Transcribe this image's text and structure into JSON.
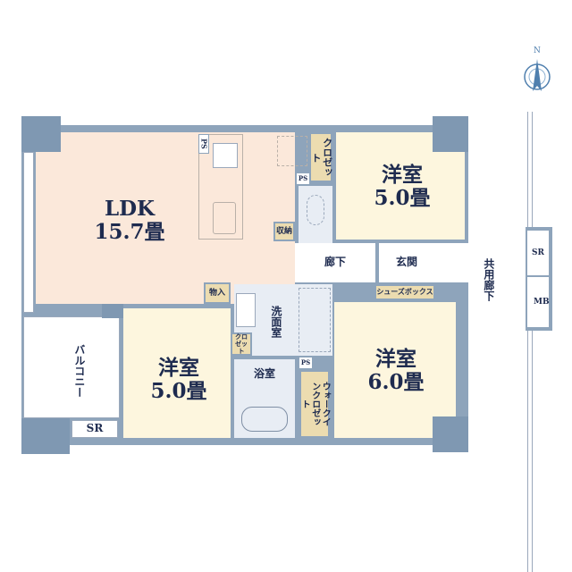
{
  "compass": {
    "north_label": "N"
  },
  "rooms": {
    "ldk": {
      "name": "LDK",
      "size": "15.7畳"
    },
    "bedroom_north": {
      "name": "洋室",
      "size": "5.0畳"
    },
    "bedroom_west": {
      "name": "洋室",
      "size": "5.0畳"
    },
    "bedroom_east": {
      "name": "洋室",
      "size": "6.0畳"
    },
    "hallway": "廊下",
    "entrance": "玄関",
    "shoe_box": "シューズボックス",
    "washroom": "洗面室",
    "bathroom": "浴室",
    "walk_in_closet": "ウォークインクロゼット",
    "closet_north": "クロゼット",
    "closet_small": "クロゼット",
    "storage": "収納",
    "storage_closet": "物入",
    "ps": "PS",
    "balcony": "バルコニー",
    "balcony_sr": "SR"
  },
  "exterior": {
    "common_corridor": "共用廊下",
    "sr": "SR",
    "mb": "MB"
  },
  "colors": {
    "wall": "#8ea4bb",
    "ldk": "#fbe8da",
    "room": "#fdf6de",
    "wet": "#e8edf4",
    "closet": "#ecdcb0",
    "text": "#1e2b4f"
  }
}
